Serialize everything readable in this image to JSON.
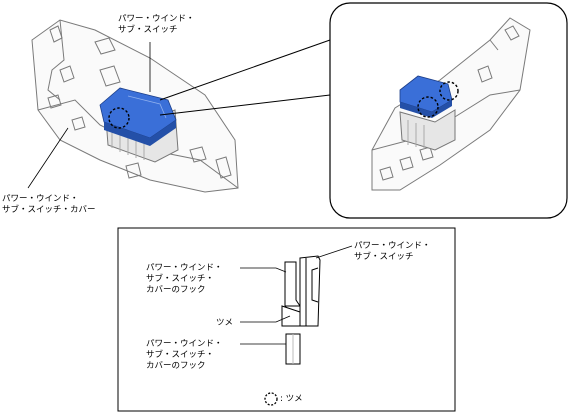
{
  "top_callout": {
    "line1": "パワー・ウインド・",
    "line2": "サブ・スイッチ"
  },
  "left_callout": {
    "line1": "パワー・ウインド・",
    "line2": "サブ・スイッチ・カバー"
  },
  "detail": {
    "switch_label": {
      "line1": "パワー・ウインド・",
      "line2": "サブ・スイッチ"
    },
    "upper_hook_label": {
      "line1": "パワー・ウインド・",
      "line2": "サブ・スイッチ・",
      "line3": "カバーのフック"
    },
    "tab_label": "ツメ",
    "lower_hook_label": {
      "line1": "パワー・ウインド・",
      "line2": "サブ・スイッチ・",
      "line3": "カバーのフック"
    }
  },
  "legend": {
    "text": ": ツメ",
    "symbol": "dashed-circle-icon"
  },
  "colors": {
    "switch_blue": "#3a6fd8",
    "switch_blue_dark": "#2450a8",
    "line": "#000000",
    "panel_grey": "#9a9a9a"
  }
}
